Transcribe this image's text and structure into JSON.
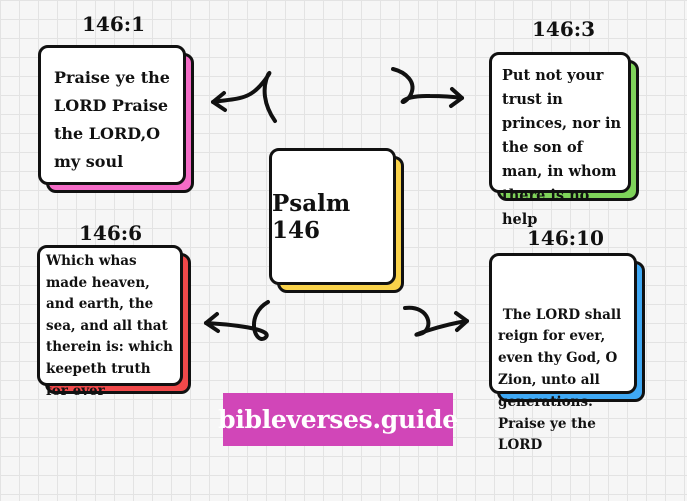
{
  "center": {
    "title": "Psalm 146",
    "color": "#f9d24a"
  },
  "cards": {
    "tl": {
      "ref": "146:1",
      "text": "Praise ye the LORD Praise the LORD,O my soul",
      "color": "#f46bc6"
    },
    "tr": {
      "ref": "146:3",
      "text": "Put not your trust in princes, nor in the son of man, in whom there is no help",
      "color": "#7fd35a"
    },
    "bl": {
      "ref": "146:6",
      "text": "Which  whas made heaven, and earth, the sea, and all that therein is: which keepeth truth for ever",
      "color": "#f0494a"
    },
    "br": {
      "ref": "146:10",
      "text": " The LORD shall reign for ever, even thy God, O Zion, unto all generations. Praise ye the LORD",
      "color": "#3fa9f5"
    }
  },
  "brand": {
    "label": "bibleverses.guide"
  },
  "icons": [
    "curly-arrow-icon"
  ]
}
